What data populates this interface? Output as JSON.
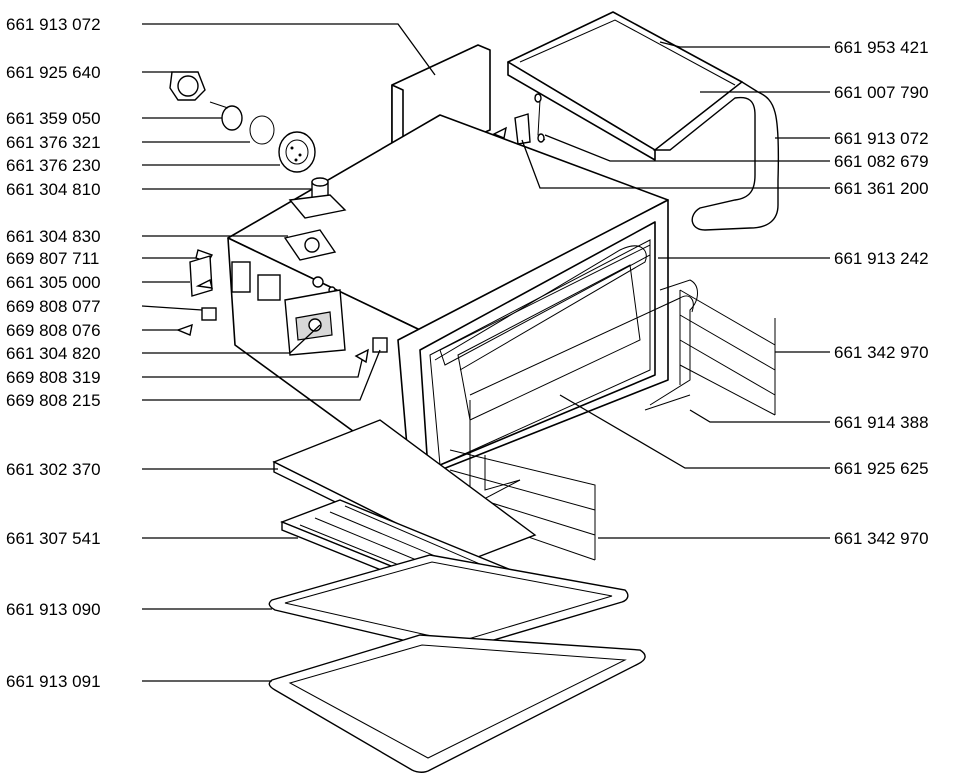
{
  "labels_left": [
    "661 913 072",
    "661 925 640",
    "661 359 050",
    "661 376 321",
    "661 376 230",
    "661 304 810",
    "661 304 830",
    "669 807 711",
    "661 305 000",
    "669 808 077",
    "669 808 076",
    "661 304 820",
    "669 808 319",
    "669 808 215",
    "661 302 370",
    "661 307 541",
    "661 913 090",
    "661 913 091"
  ],
  "labels_right": [
    "661 953 421",
    "661 007 790",
    "661 913 072",
    "661 082 679",
    "661 361 200",
    "661 913 242",
    "661 342 970",
    "661 914 388",
    "661 925 625",
    "661 342 970"
  ]
}
